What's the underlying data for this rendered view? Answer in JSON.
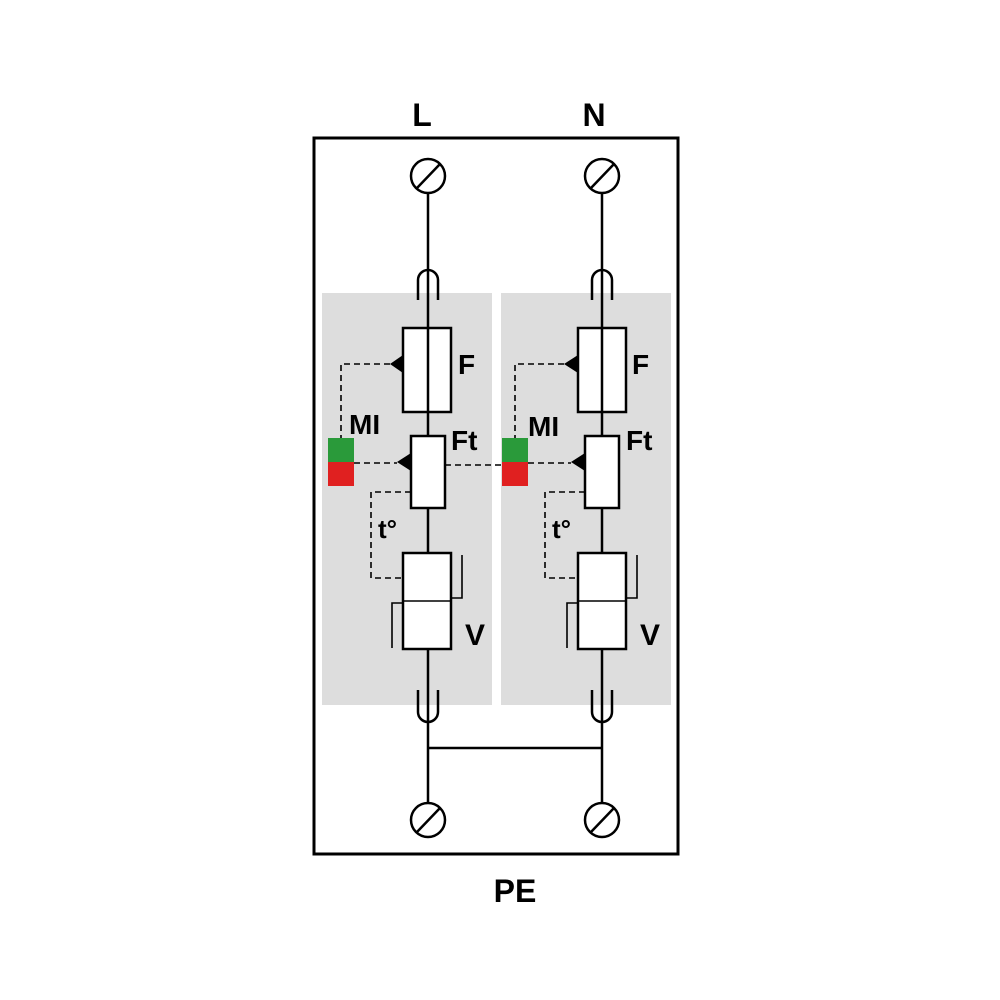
{
  "terminals": {
    "top_left": "L",
    "top_right": "N",
    "bottom": "PE"
  },
  "modules": [
    {
      "fuse_label": "F",
      "indicator_label": "MI",
      "thermal_fuse_label": "Ft",
      "thermal_label": "t°",
      "varistor_label": "V"
    },
    {
      "fuse_label": "F",
      "indicator_label": "MI",
      "thermal_fuse_label": "Ft",
      "thermal_label": "t°",
      "varistor_label": "V"
    }
  ],
  "colors": {
    "module_background": "#dddddd",
    "indicator_ok": "#2a9a3a",
    "indicator_fault": "#e02020",
    "line": "#000000"
  }
}
